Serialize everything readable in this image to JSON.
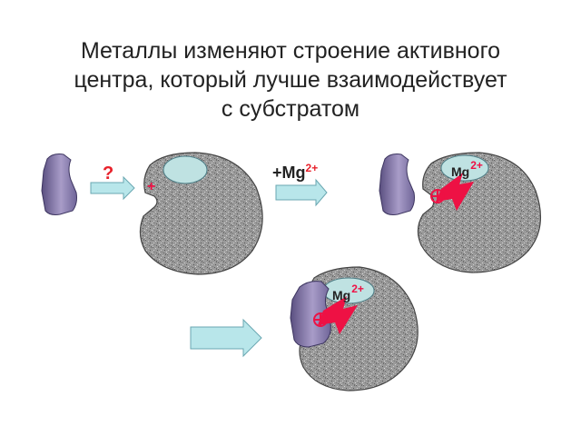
{
  "title": {
    "line1": "Металлы изменяют строение активного",
    "line2": "центра, который лучше взаимодействует",
    "line3": "с субстратом"
  },
  "labels": {
    "question": "?",
    "plus": "+",
    "mg_add_base": "+Mg",
    "mg_add_charge": "2+",
    "mg_base": "Mg",
    "mg_charge": "2+"
  },
  "colors": {
    "enzyme_fill": "#9a9a9a",
    "substrate_fill": "#8a7fb0",
    "site_fill": "#bfe2e2",
    "arrow_fill": "#b8e6ea",
    "accent_red": "#ee1144",
    "text_red": "#e8202a"
  }
}
